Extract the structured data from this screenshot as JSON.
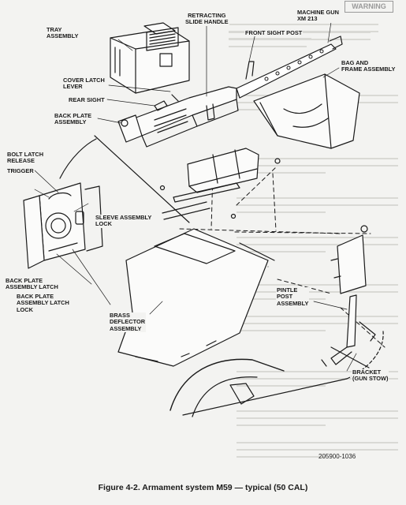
{
  "figure": {
    "caption": "Figure 4-2.  Armament system M59 — typical (50 CAL)",
    "drawing_number": "205900-1036"
  },
  "warning_box": "WARNING",
  "callouts": {
    "tray": "TRAY\nASSEMBLY",
    "slide": "RETRACTING\nSLIDE HANDLE",
    "mg": "MACHINE GUN\nXM 213",
    "fsp": "FRONT SIGHT POST",
    "bag": "BAG AND\nFRAME ASSEMBLY",
    "cover": "COVER LATCH\nLEVER",
    "rear": "REAR SIGHT",
    "bplate": "BACK PLATE\nASSEMBLY",
    "bolt": "BOLT LATCH\nRELEASE",
    "trigger": "TRIGGER",
    "sleeve": "SLEEVE ASSEMBLY\nLOCK",
    "bpl": "BACK PLATE\nASSEMBLY LATCH",
    "bpll": "BACK PLATE\nASSEMBLY LATCH\nLOCK",
    "deflector": "BRASS\nDEFLECTOR\nASSEMBLY",
    "pintle": "PINTLE\nPOST\nASSEMBLY",
    "bracket": "BRACKET\n(GUN STOW)"
  },
  "colors": {
    "ink": "#1a1a1a",
    "paper": "#f3f3f1",
    "ghost": "#d9d9d5"
  }
}
